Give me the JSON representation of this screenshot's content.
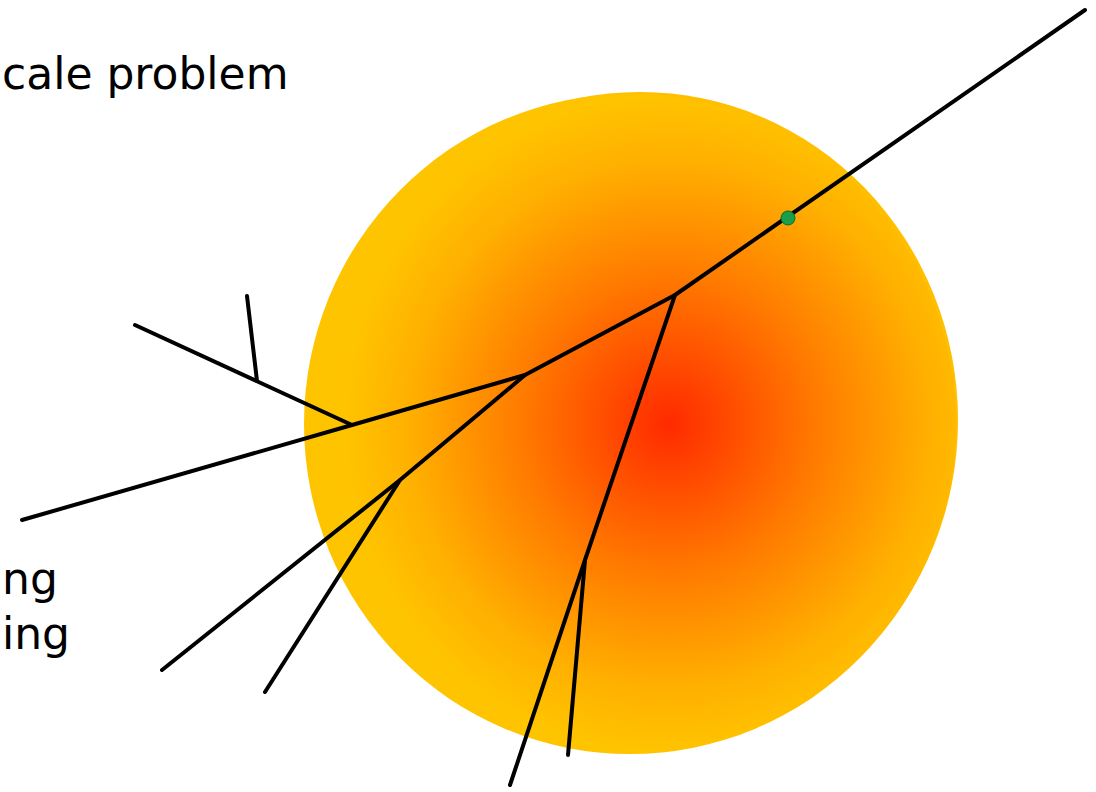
{
  "diagram": {
    "labels": [
      "cale problem",
      "ng",
      "ing"
    ]
  }
}
